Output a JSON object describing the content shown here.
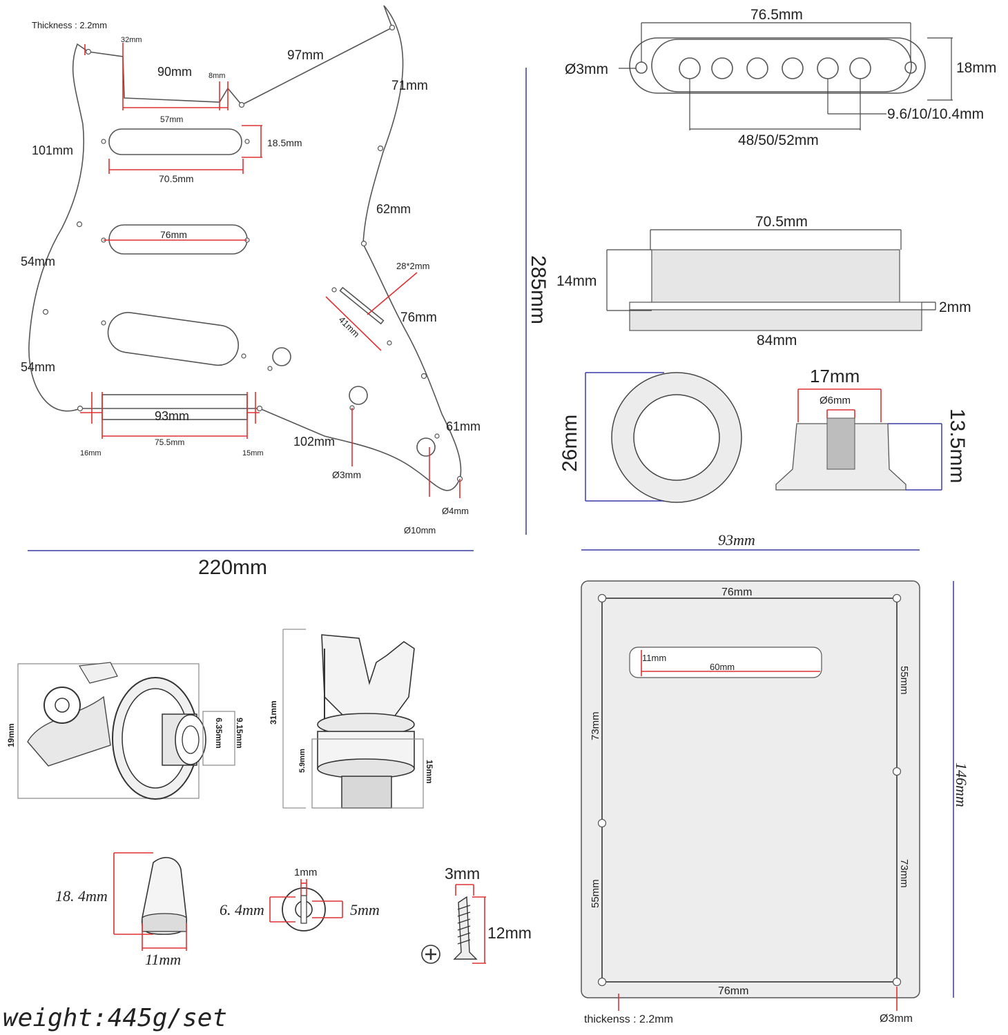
{
  "pickguard": {
    "thickness": "Thickness : 2.2mm",
    "d32": "32mm",
    "d90": "90mm",
    "d8": "8mm",
    "d97": "97mm",
    "d71": "71mm",
    "d57": "57mm",
    "d101": "101mm",
    "d18_5": "18.5mm",
    "d70_5": "70.5mm",
    "d62": "62mm",
    "d76": "76mm",
    "d54a": "54mm",
    "d28x2": "28*2mm",
    "d41": "41mm",
    "d76b": "76mm",
    "d54b": "54mm",
    "d93": "93mm",
    "d61": "61mm",
    "d16": "16mm",
    "d75_5": "75.5mm",
    "d15": "15mm",
    "d102": "102mm",
    "d3": "Ø3mm",
    "d4": "Ø4mm",
    "d10": "Ø10mm",
    "width": "220mm",
    "height": "285mm"
  },
  "pickup_top": {
    "length": "76.5mm",
    "hole": "Ø3mm",
    "height": "18mm",
    "pole_spacing": "48/50/52mm",
    "pole_size": "9.6/10/10.4mm"
  },
  "pickup_side": {
    "top": "70.5mm",
    "height": "14mm",
    "base": "2mm",
    "bottom": "84mm"
  },
  "knob": {
    "diameter": "26mm",
    "top": "17mm",
    "bore": "Ø6mm",
    "height": "13.5mm"
  },
  "backplate": {
    "width": "93mm",
    "height": "146mm",
    "top": "76mm",
    "slot_w": "11mm",
    "slot_l": "60mm",
    "r55": "55mm",
    "l73": "73mm",
    "r73": "73mm",
    "l55": "55mm",
    "bottom": "76mm",
    "thickness": "thickenss : 2.2mm",
    "hole": "Ø3mm"
  },
  "jack": {
    "h19": "19mm",
    "d6_35": "6.35mm",
    "d9_15": "9.15mm",
    "h31": "31mm",
    "h5_9": "5.9mm",
    "h15": "15mm"
  },
  "tip": {
    "height": "18. 4mm",
    "width": "11mm"
  },
  "washer": {
    "hole": "1mm",
    "outer": "6. 4mm",
    "inner": "5mm"
  },
  "screw": {
    "head": "3mm",
    "length": "12mm"
  },
  "weight": "weight:445g/set"
}
